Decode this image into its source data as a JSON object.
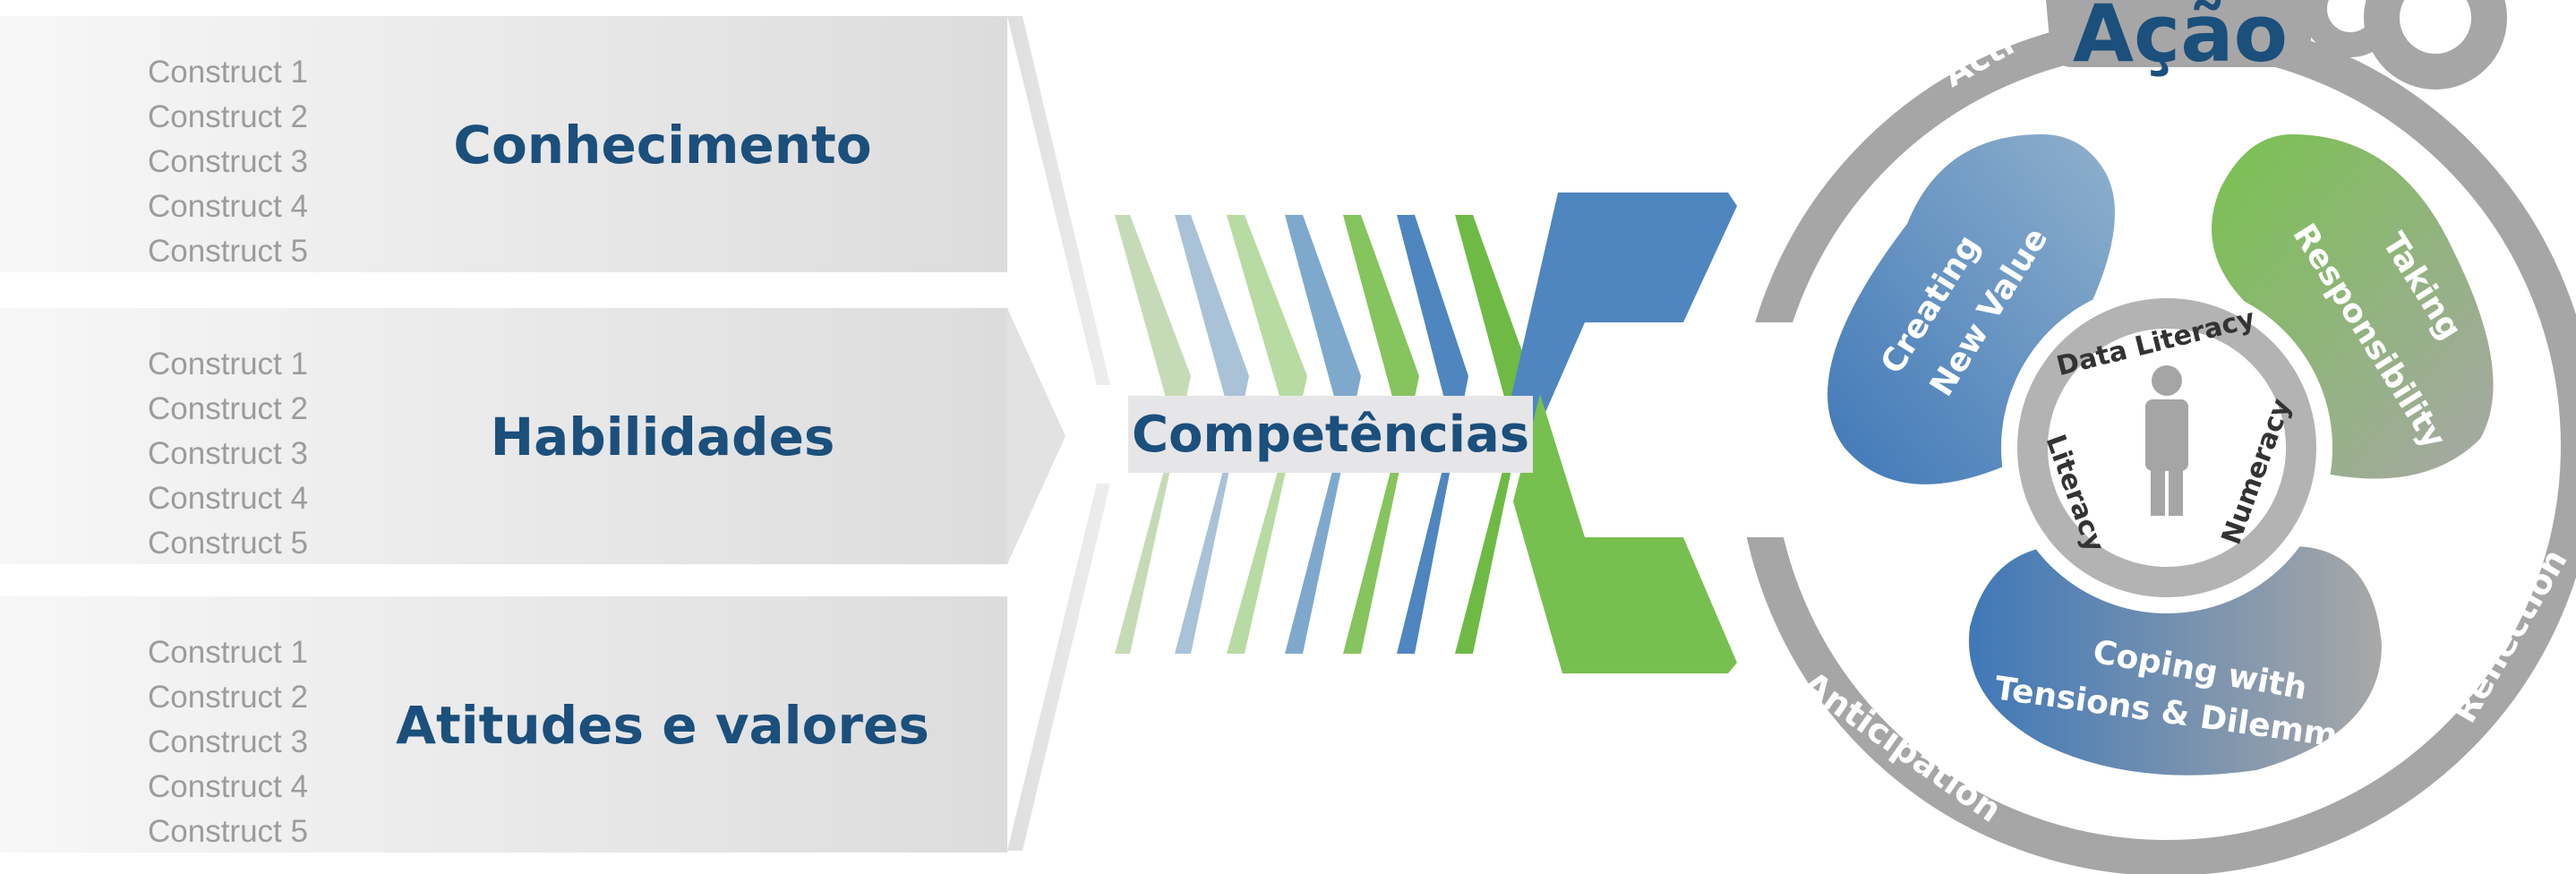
{
  "bands": [
    {
      "title": "Conhecimento",
      "constructs": [
        "Construct 1",
        "Construct 2",
        "Construct 3",
        "Construct 4",
        "Construct 5"
      ]
    },
    {
      "title": "Habilidades",
      "constructs": [
        "Construct 1",
        "Construct 2",
        "Construct 3",
        "Construct 4",
        "Construct 5"
      ]
    },
    {
      "title": "Atitudes e valores",
      "constructs": [
        "Construct 1",
        "Construct 2",
        "Construct 3",
        "Construct 4",
        "Construct 5"
      ]
    }
  ],
  "competencias_label": "Competências",
  "compass": {
    "top_tag": "Ação",
    "ring_labels": {
      "action": "Acti",
      "anticipation": "Anticipation",
      "reflection": "Reflection"
    },
    "petals": {
      "creating": [
        "Creating",
        "New Value"
      ],
      "taking": [
        "Taking",
        "Responsibility"
      ],
      "coping": [
        "Coping with",
        "Tensions & Dilemmas"
      ]
    },
    "core": {
      "data_literacy": "Data Literacy",
      "literacy": "Literacy",
      "numeracy": "Numeracy"
    },
    "icon": "person-icon"
  },
  "colors": {
    "navy": "#1b4f7c",
    "blue": "#4f86c0",
    "green": "#77bf4f",
    "light_blue": "#a9c2d8",
    "light_green": "#b7dba2",
    "ring_gray": "#a6a6a6"
  }
}
